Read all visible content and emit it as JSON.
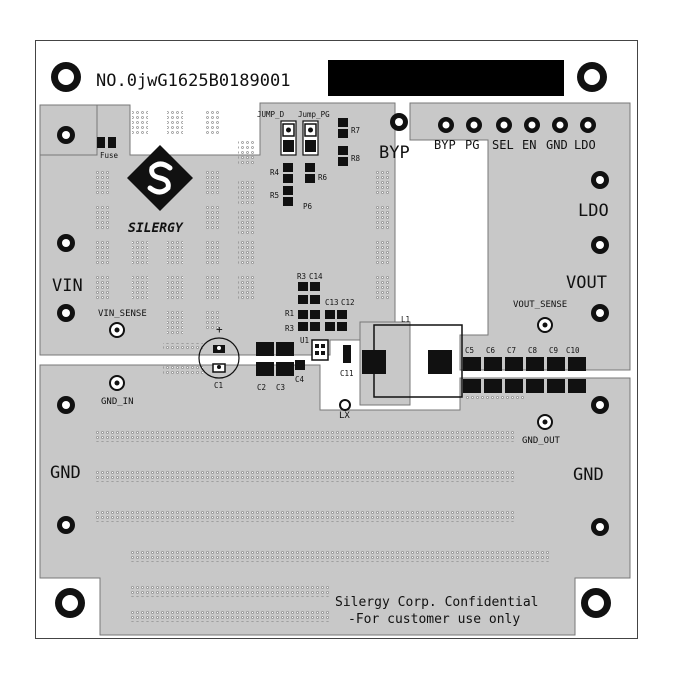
{
  "board": {
    "part_number": "NO.0jwG1625B0189001",
    "confidential_line1": "Silergy Corp. Confidential",
    "confidential_line2": "-For customer use only",
    "logo_text": "SILERGY",
    "logo_icon": "silergy-s-logo",
    "colors": {
      "copper": "#c8c8c8",
      "pad": "#111111",
      "silk": "#111111",
      "background": "#ffffff"
    }
  },
  "terminals": {
    "vin": "VIN",
    "gnd_left": "GND",
    "gnd_right": "GND",
    "vout": "VOUT",
    "ldo": "LDO",
    "byp": "BYP"
  },
  "header_pins": [
    "BYP",
    "PG",
    "SEL",
    "EN",
    "GND",
    "LDO"
  ],
  "test_points": {
    "vin_sense": "VIN_SENSE",
    "gnd_in": "GND_IN",
    "vout_sense": "VOUT_SENSE",
    "gnd_out": "GND_OUT",
    "lx": "LX"
  },
  "jumpers": {
    "jump_d": "JUMP_D",
    "jump_pg": "Jump_PG",
    "fuse": "Fuse"
  },
  "components": {
    "r7": "R7",
    "r8": "R8",
    "r4": "R4",
    "r5": "R5",
    "r6": "R6",
    "p6": "P6",
    "r3": "R3",
    "r1": "R1",
    "c14": "C14",
    "c13": "C13",
    "c12": "C12",
    "u1": "U1",
    "c1": "C1",
    "plus": "+",
    "c2": "C2",
    "c3": "C3",
    "c4": "C4",
    "c11": "C11",
    "l1": "L1",
    "c5": "C5",
    "c6": "C6",
    "c7": "C7",
    "c8": "C8",
    "c9": "C9",
    "c10": "C10"
  }
}
